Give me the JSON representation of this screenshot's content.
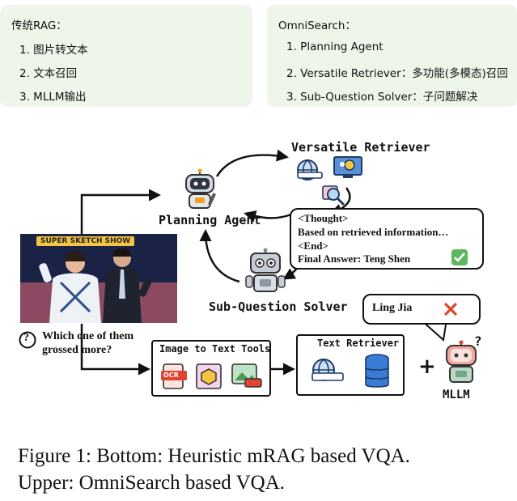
{
  "left_panel": {
    "title": "传统RAG：",
    "items": [
      "1. 图片转文本",
      "2. 文本召回",
      "3. MLLM输出"
    ]
  },
  "right_panel": {
    "title": "OmniSearch：",
    "items": [
      "1. Planning Agent",
      "2. Versatile Retriever：多功能(多模态)召回",
      "3. Sub-Question Solver：子问题解决"
    ]
  },
  "diagram": {
    "versatile_retriever": "Versatile Retriever",
    "planning_agent": "Planning Agent",
    "sub_question_solver": "Sub-Question Solver",
    "thought_box": {
      "thought": "<Thought>",
      "text": "Based on retrieved information…",
      "end": "<End>",
      "final_answer": "Final Answer: Teng Shen"
    },
    "photo_banner": "SUPER SKETCH SHOW",
    "question_mark": "?",
    "question": [
      "Which one of them",
      "grossed more?"
    ],
    "image_to_text_tools": "Image to Text Tools",
    "ocr_label": "OCR",
    "text_retriever": "Text Retriever",
    "plus": "+",
    "mllm": "MLLM",
    "mllm_answer": "Ling Jia",
    "mllm_question": "?"
  },
  "caption": {
    "line1": "Figure 1: Bottom: Heuristic mRAG based VQA.",
    "line2": "Upper: OmniSearch based VQA."
  },
  "colors": {
    "panel_bg": "#eef5e9",
    "check_green": "#5cb85c",
    "cross_red": "#e0432e",
    "accent_blue": "#3a7bd5"
  }
}
